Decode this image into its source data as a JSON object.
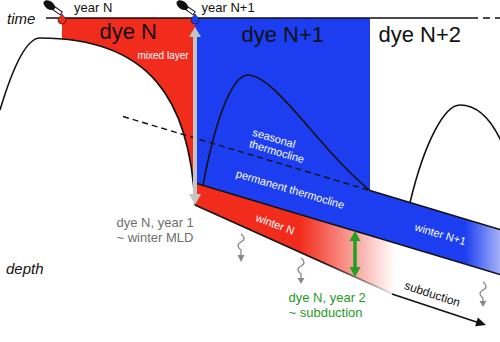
{
  "diagram": {
    "nodes": [
      {
        "text": [
          "dye N",
          "mixed layer",
          "winter N"
        ]
      },
      {
        "text": [
          "dye N+1",
          "seasonal thermocline",
          "permanent thermocline",
          "winter N+1"
        ]
      }
    ],
    "labels": [
      "time",
      "year N",
      "year N+1",
      "dye N+2",
      "depth",
      "dye N, year 1 ~ winter MLD",
      "dye N, year 2 ~ subduction",
      "subduction"
    ]
  }
}
